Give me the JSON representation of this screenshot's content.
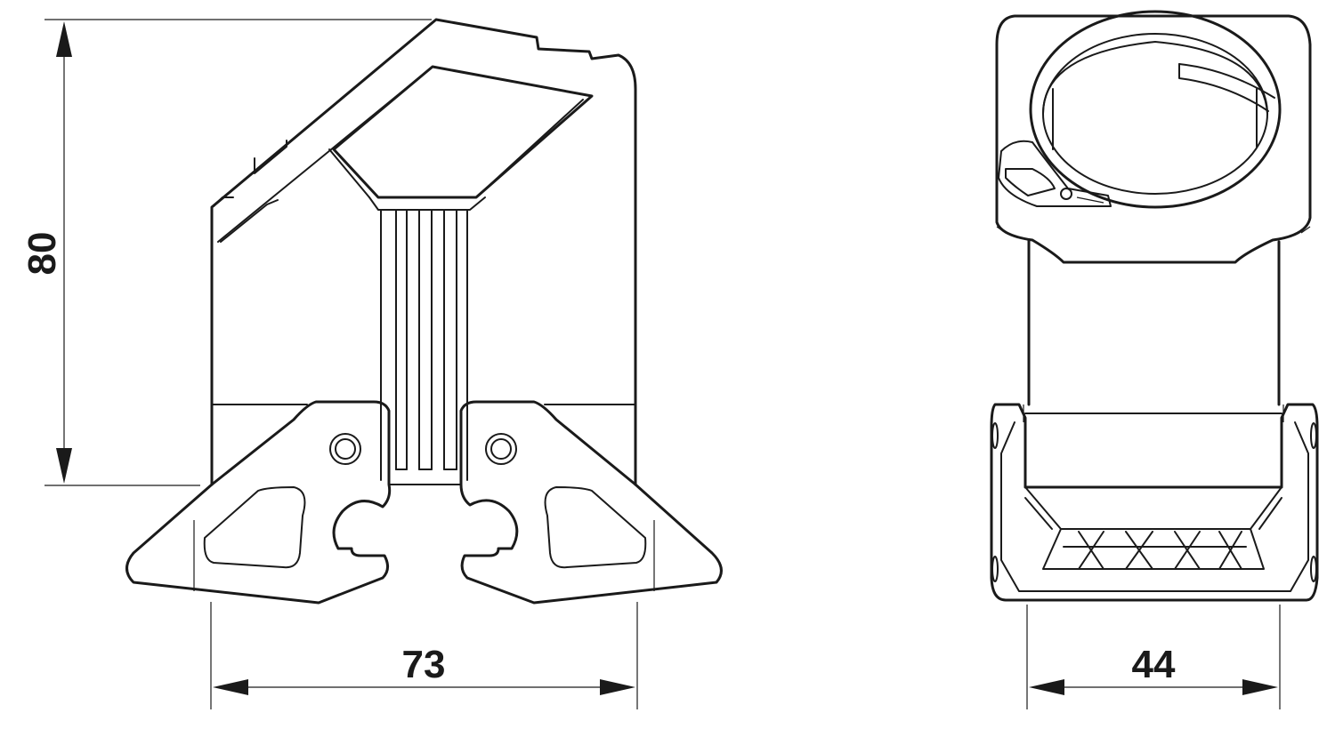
{
  "dimensions": {
    "height_label": "80",
    "width_left_label": "73",
    "width_right_label": "44"
  },
  "colors": {
    "line": "#1a1a1a",
    "background": "#ffffff"
  }
}
